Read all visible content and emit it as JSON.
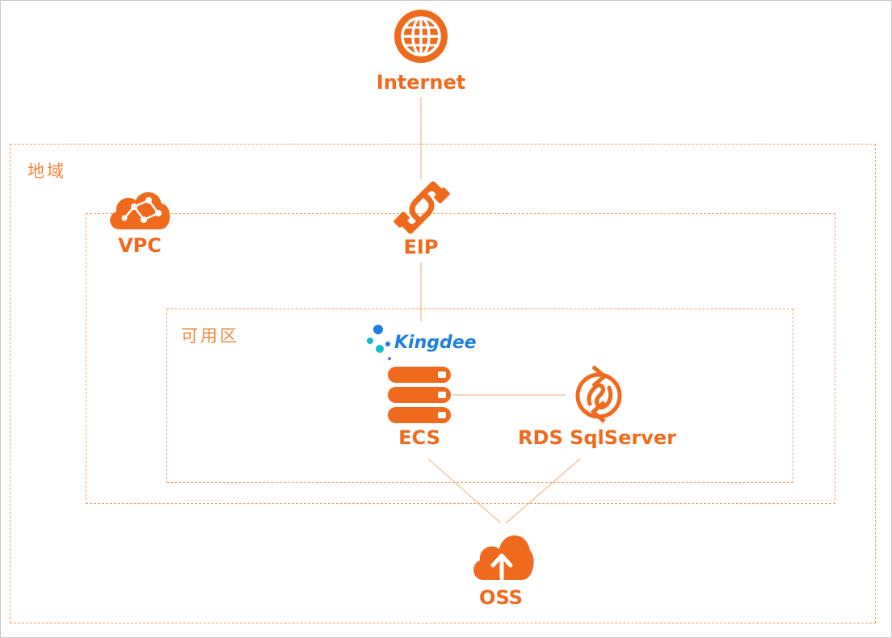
{
  "colors": {
    "accent": "#f06a1d",
    "dashed_border": "#f5a15e",
    "connector": "#f7c3a0",
    "kingdee_blue": "#1e7fe0"
  },
  "zones": {
    "region_label": "地域",
    "az_label": "可用区"
  },
  "nodes": {
    "internet": {
      "label": "Internet",
      "icon": "globe-icon"
    },
    "vpc": {
      "label": "VPC",
      "icon": "cloud-network-icon"
    },
    "eip": {
      "label": "EIP",
      "icon": "link-chain-icon"
    },
    "ecs": {
      "label": "ECS",
      "icon": "server-stack-icon"
    },
    "rds": {
      "label": "RDS SqlServer",
      "icon": "database-sync-icon"
    },
    "oss": {
      "label": "OSS",
      "icon": "cloud-upload-icon"
    }
  },
  "logo": {
    "text": "Kingdee",
    "icon": "kingdee-dots-logo"
  }
}
